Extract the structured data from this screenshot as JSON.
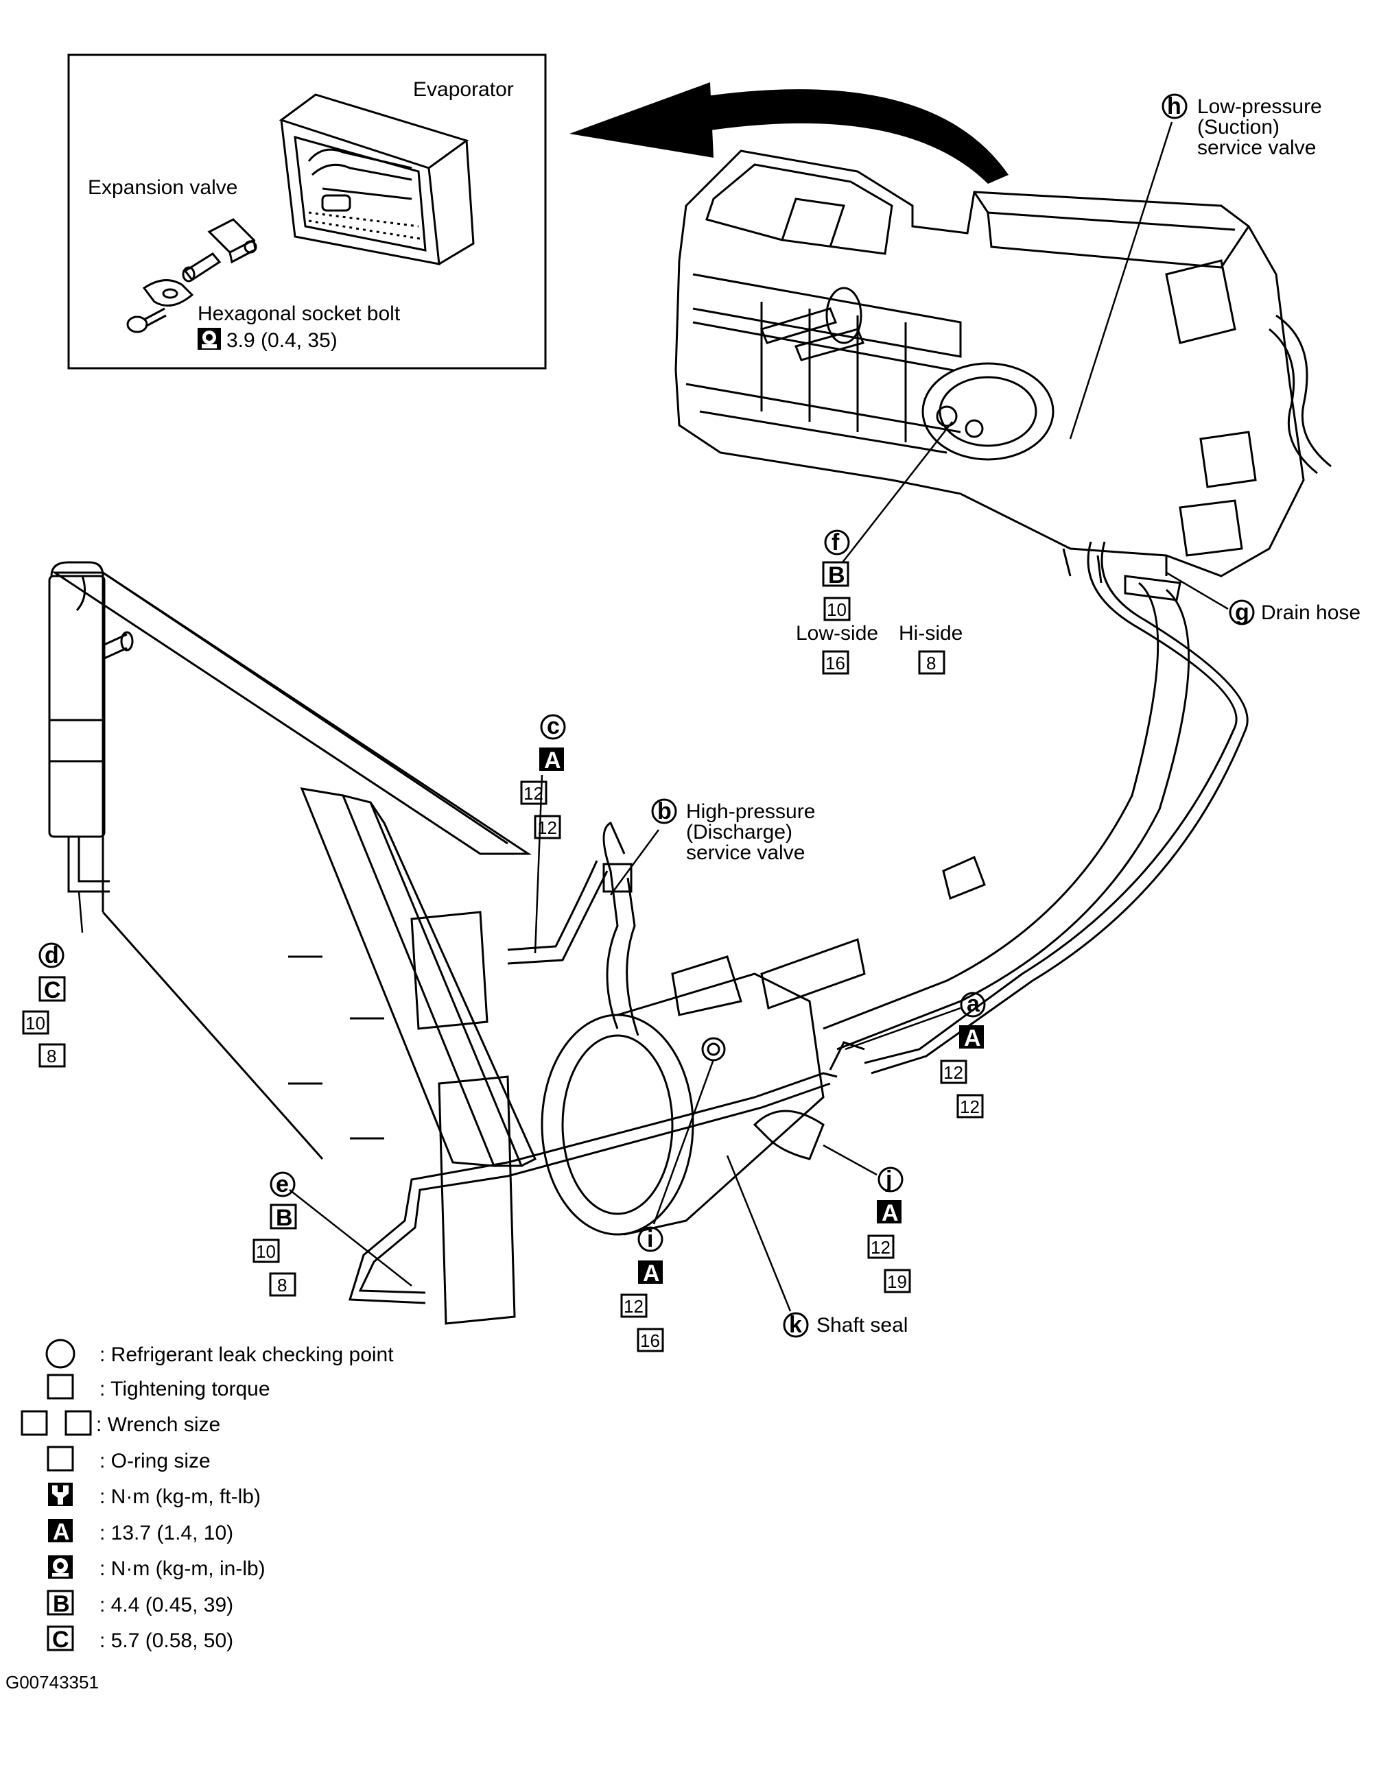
{
  "inset": {
    "evaporator": "Evaporator",
    "expansion_valve": "Expansion valve",
    "hex_bolt": "Hexagonal socket bolt",
    "hex_bolt_torque": "3.9 (0.4, 35)"
  },
  "callouts": {
    "a": {
      "letter": "a",
      "torque": "A",
      "wrench": "12",
      "oring": "12"
    },
    "b": {
      "letter": "b",
      "line1": "High-pressure",
      "line2": "(Discharge)",
      "line3": "service valve"
    },
    "c": {
      "letter": "c",
      "torque": "A",
      "wrench": "12",
      "oring": "12"
    },
    "d": {
      "letter": "d",
      "torque": "C",
      "wrench": "10",
      "oring": "8"
    },
    "e": {
      "letter": "e",
      "torque": "B",
      "wrench": "10",
      "oring": "8"
    },
    "f": {
      "letter": "f",
      "torque": "B",
      "wrench": "10",
      "low_side": "Low-side",
      "hi_side": "Hi-side",
      "low_oring": "16",
      "hi_oring": "8"
    },
    "g": {
      "letter": "g",
      "label": "Drain hose"
    },
    "h": {
      "letter": "h",
      "line1": "Low-pressure",
      "line2": "(Suction)",
      "line3": "service valve"
    },
    "i": {
      "letter": "i",
      "torque": "A",
      "wrench": "12",
      "oring": "16"
    },
    "j": {
      "letter": "j",
      "torque": "A",
      "wrench": "12",
      "oring": "19"
    },
    "k": {
      "letter": "k",
      "label": "Shaft seal"
    }
  },
  "legend": [
    {
      "symbol": "circle",
      "text": ": Refrigerant leak checking point"
    },
    {
      "symbol": "box",
      "text": ": Tightening torque"
    },
    {
      "symbol": "double-box",
      "text": ": Wrench size"
    },
    {
      "symbol": "box",
      "text": ": O-ring size"
    },
    {
      "symbol": "wrench-icon",
      "text": ": N·m (kg-m, ft-lb)"
    },
    {
      "symbol": "A",
      "text": ": 13.7 (1.4, 10)"
    },
    {
      "symbol": "socket-icon",
      "text": ": N·m (kg-m, in-lb)"
    },
    {
      "symbol": "B",
      "text": ": 4.4 (0.45, 39)"
    },
    {
      "symbol": "C",
      "text": ": 5.7 (0.58, 50)"
    }
  ],
  "figure_id": "G00743351"
}
